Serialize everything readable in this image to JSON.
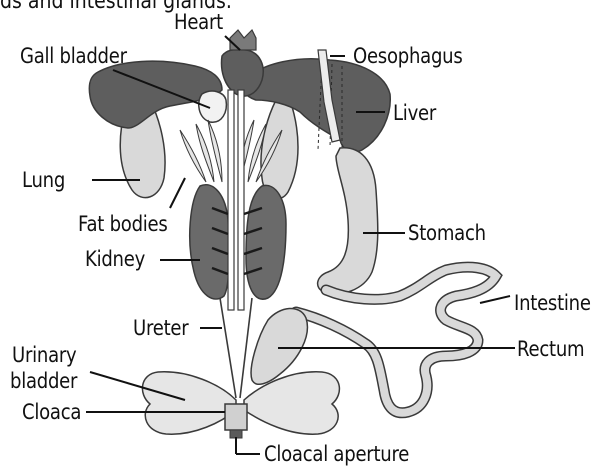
{
  "caption_fragment": "ds and intestinal glands.",
  "labels": {
    "heart": "Heart",
    "gall_bladder": "Gall bladder",
    "oesophagus": "Oesophagus",
    "liver": "Liver",
    "lung": "Lung",
    "fat_bodies": "Fat bodies",
    "kidney": "Kidney",
    "stomach": "Stomach",
    "intestine": "Intestine",
    "ureter": "Ureter",
    "rectum": "Rectum",
    "urinary_bladder_line1": "Urinary",
    "urinary_bladder_line2": "bladder",
    "cloaca": "Cloaca",
    "cloacal_aperture": "Cloacal aperture"
  },
  "colors": {
    "liver": "#5e5e5e",
    "organ_light": "#d9d9d9",
    "kidney": "#6a6a6a",
    "outline": "#3a3a3a",
    "leader_line": "#111111"
  }
}
